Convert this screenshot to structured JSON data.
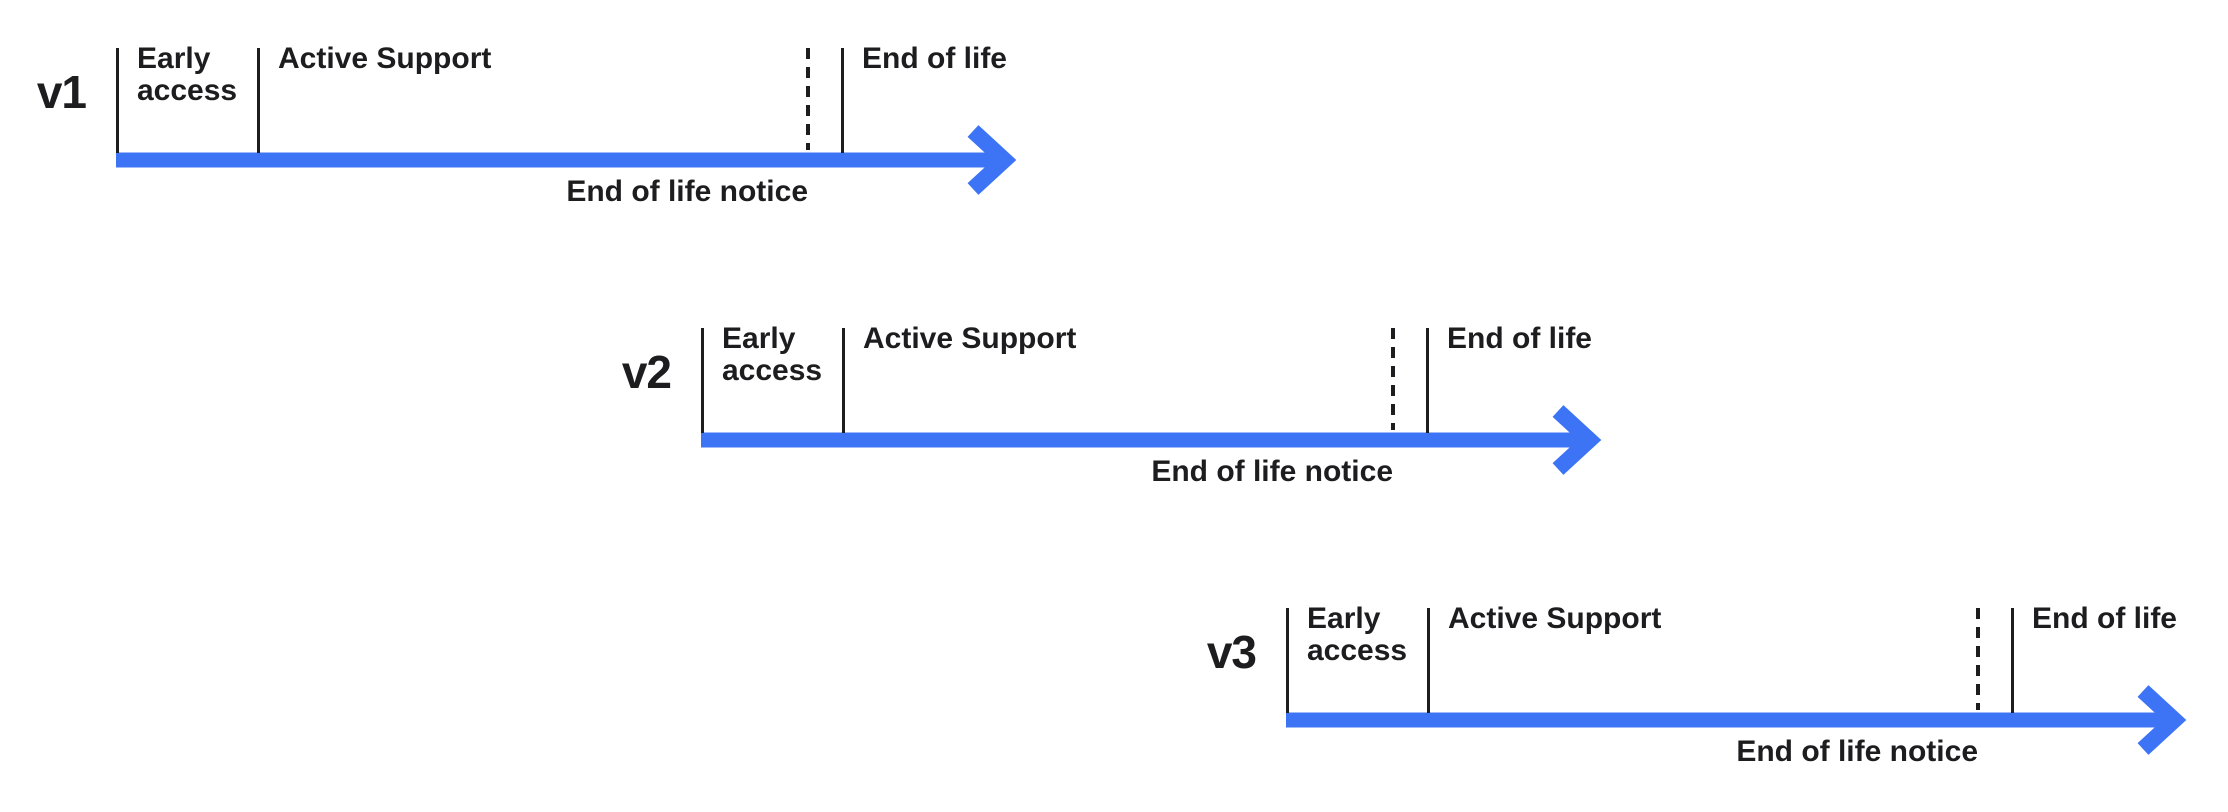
{
  "diagram": {
    "description": "Staggered version lifecycle timelines",
    "colors": {
      "arrow": "#3D74F5",
      "ink": "#1D1D1F",
      "background": "#FFFFFF"
    },
    "timelines": [
      {
        "version": "v1",
        "phases": [
          "Early access",
          "Active Support",
          "End of life"
        ],
        "notice": "End of life notice"
      },
      {
        "version": "v2",
        "phases": [
          "Early access",
          "Active Support",
          "End of life"
        ],
        "notice": "End of life notice"
      },
      {
        "version": "v3",
        "phases": [
          "Early access",
          "Active Support",
          "End of life"
        ],
        "notice": "End of life notice"
      }
    ]
  }
}
